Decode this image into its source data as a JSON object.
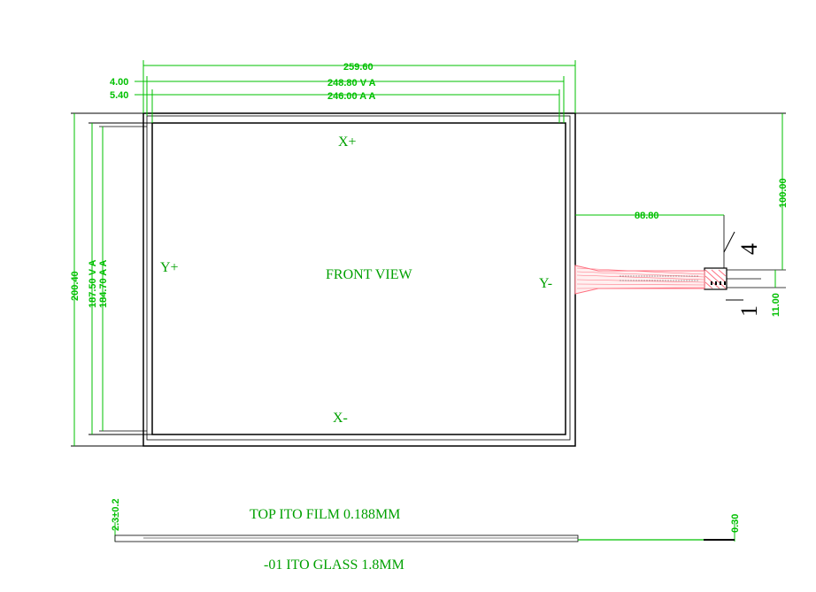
{
  "dimensions": {
    "overall_width": "259.60",
    "va_width": "248.80 V A",
    "aa_width": "246.00 A A",
    "offset_a": "4.00",
    "offset_b": "5.40",
    "overall_height": "200.40",
    "va_height": "187.50 V A",
    "aa_height": "184.70 A A",
    "tail_length": "88.80",
    "tail_height": "100.00",
    "tail_width": "11.00",
    "glass_thickness": "2.3±0.2",
    "film_thickness": "0.30"
  },
  "labels": {
    "x_plus": "X+",
    "x_minus": "X-",
    "y_plus": "Y+",
    "y_minus": "Y-",
    "front_view": "FRONT VIEW",
    "pin_four": "4",
    "pin_one": "1",
    "top_film": "TOP ITO FILM 0.188MM",
    "glass": "-01 ITO GLASS 1.8MM"
  },
  "colors": {
    "outline": "#000000",
    "dimension": "#00c000",
    "text": "#00a000",
    "cable": "#ff7080"
  }
}
